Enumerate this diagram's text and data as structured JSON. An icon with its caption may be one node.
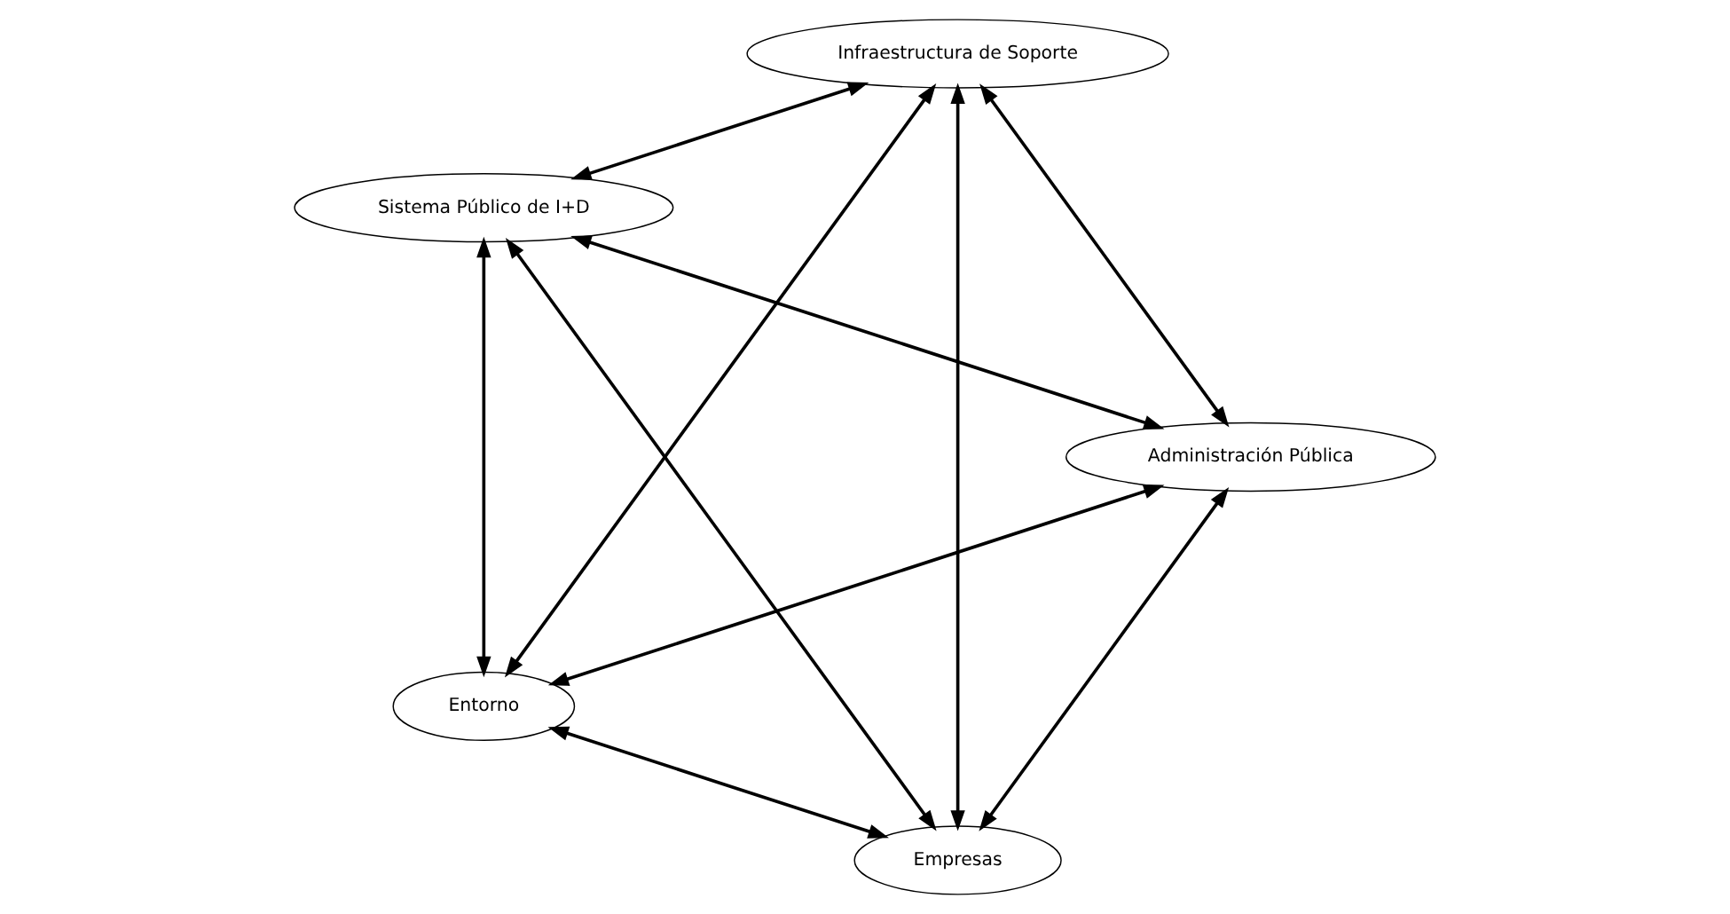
{
  "diagram": {
    "nodes": [
      {
        "text": [
          "Empresas"
        ]
      },
      {
        "text": [
          "Administración Pública"
        ]
      },
      {
        "text": [
          "Sistema Público de I+D"
        ]
      },
      {
        "text": [
          "Infraestructura de Soporte"
        ]
      },
      {
        "text": [
          "Entorno"
        ]
      }
    ],
    "edges": [
      {
        "from": 0,
        "to": 1,
        "arrow": "both"
      },
      {
        "from": 0,
        "to": 2,
        "arrow": "both"
      },
      {
        "from": 0,
        "to": 3,
        "arrow": "both"
      },
      {
        "from": 0,
        "to": 4,
        "arrow": "both"
      },
      {
        "from": 1,
        "to": 2,
        "arrow": "both"
      },
      {
        "from": 1,
        "to": 4,
        "arrow": "both"
      },
      {
        "from": 1,
        "to": 3,
        "arrow": "both"
      },
      {
        "from": 3,
        "to": 2,
        "arrow": "both"
      },
      {
        "from": 3,
        "to": 4,
        "arrow": "both"
      },
      {
        "from": 2,
        "to": 4,
        "arrow": "both"
      }
    ]
  }
}
